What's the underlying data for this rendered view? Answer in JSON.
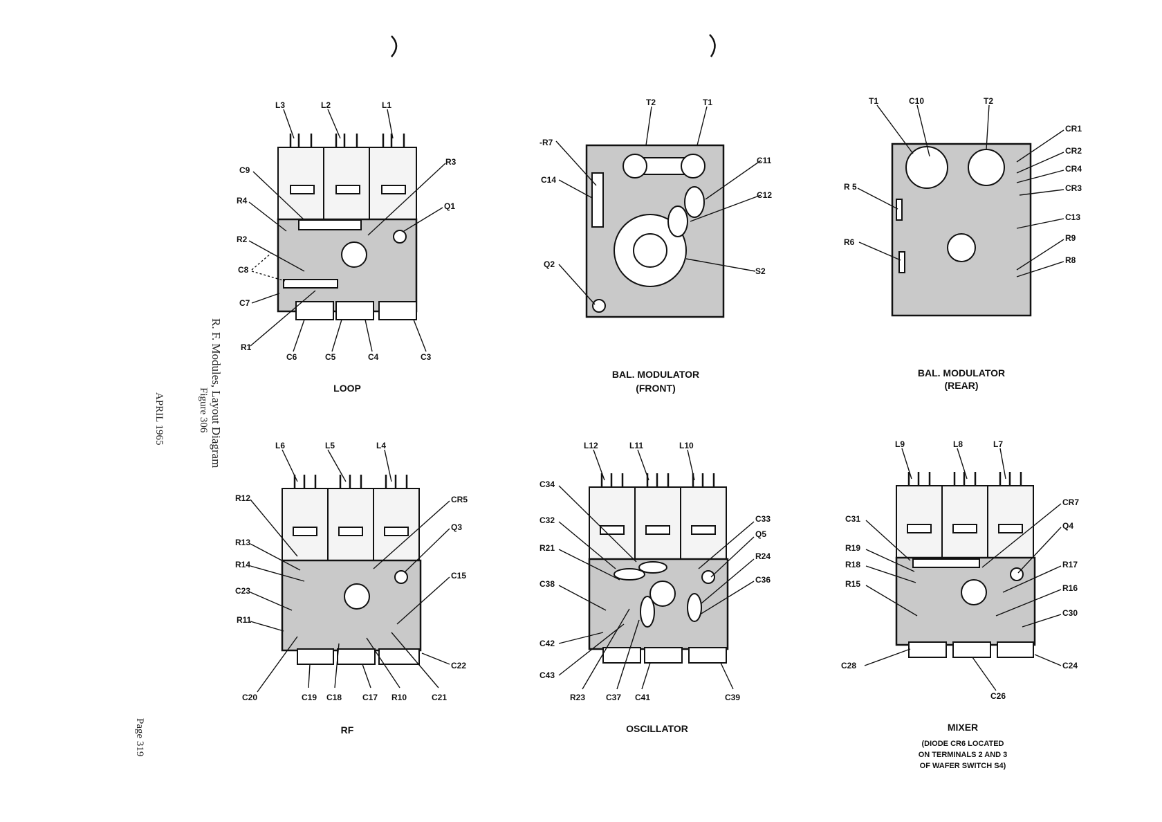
{
  "page": {
    "figure_title": "R. F. Modules, Layout Diagram",
    "figure_number": "Figure 306",
    "date": "APRIL 1965",
    "page_number": "Page 319"
  },
  "modules": {
    "loop": {
      "caption": "LOOP",
      "labels": {
        "L3": "L3",
        "L2": "L2",
        "L1": "L1",
        "C9": "C9",
        "R3": "R3",
        "R4": "R4",
        "Q1": "Q1",
        "R2": "R2",
        "C8": "C8",
        "C7": "C7",
        "R1": "R1",
        "C6": "C6",
        "C5": "C5",
        "C4": "C4",
        "C3": "C3"
      }
    },
    "bal_front": {
      "caption": "BAL. MODULATOR",
      "caption2": "(FRONT)",
      "labels": {
        "T2": "T2",
        "T1": "T1",
        "R7": "-R7",
        "C11": "C11",
        "C14": "C14",
        "C12": "C12",
        "Q2": "Q2",
        "S2": "S2"
      }
    },
    "bal_rear": {
      "caption": "BAL. MODULATOR",
      "caption2": "(REAR)",
      "labels": {
        "T1": "T1",
        "C10": "C10",
        "T2": "T2",
        "CR1": "CR1",
        "CR2": "CR2",
        "CR4": "CR4",
        "CR3": "CR3",
        "R5": "R 5",
        "C13": "C13",
        "R6": "R6",
        "R9": "R9",
        "R8": "R8"
      }
    },
    "rf": {
      "caption": "RF",
      "labels": {
        "L6": "L6",
        "L5": "L5",
        "L4": "L4",
        "R12": "R12",
        "CR5": "CR5",
        "R13": "R13",
        "Q3": "Q3",
        "R14": "R14",
        "C15": "C15",
        "C23": "C23",
        "R11": "R11",
        "C22": "C22",
        "C20": "C20",
        "C19": "C19",
        "C18": "C18",
        "C17": "C17",
        "R10": "R10",
        "C21": "C21"
      }
    },
    "oscillator": {
      "caption": "OSCILLATOR",
      "labels": {
        "L12": "L12",
        "L11": "L11",
        "L10": "L10",
        "C34": "C34",
        "C32": "C32",
        "C33": "C33",
        "Q5": "Q5",
        "R21": "R21",
        "R24": "R24",
        "C38": "C38",
        "C36": "C36",
        "C42": "C42",
        "C43": "C43",
        "R23": "R23",
        "C37": "C37",
        "C41": "C41",
        "C39": "C39"
      }
    },
    "mixer": {
      "caption": "MIXER",
      "note1": "(DIODE CR6 LOCATED",
      "note2": "ON TERMINALS 2 AND 3",
      "note3": "OF WAFER SWITCH S4)",
      "labels": {
        "L9": "L9",
        "L8": "L8",
        "L7": "L7",
        "CR7": "CR7",
        "C31": "C31",
        "Q4": "Q4",
        "R19": "R19",
        "R18": "R18",
        "R17": "R17",
        "R15": "R15",
        "R16": "R16",
        "C30": "C30",
        "C28": "C28",
        "C24": "C24",
        "C26": "C26"
      }
    }
  }
}
